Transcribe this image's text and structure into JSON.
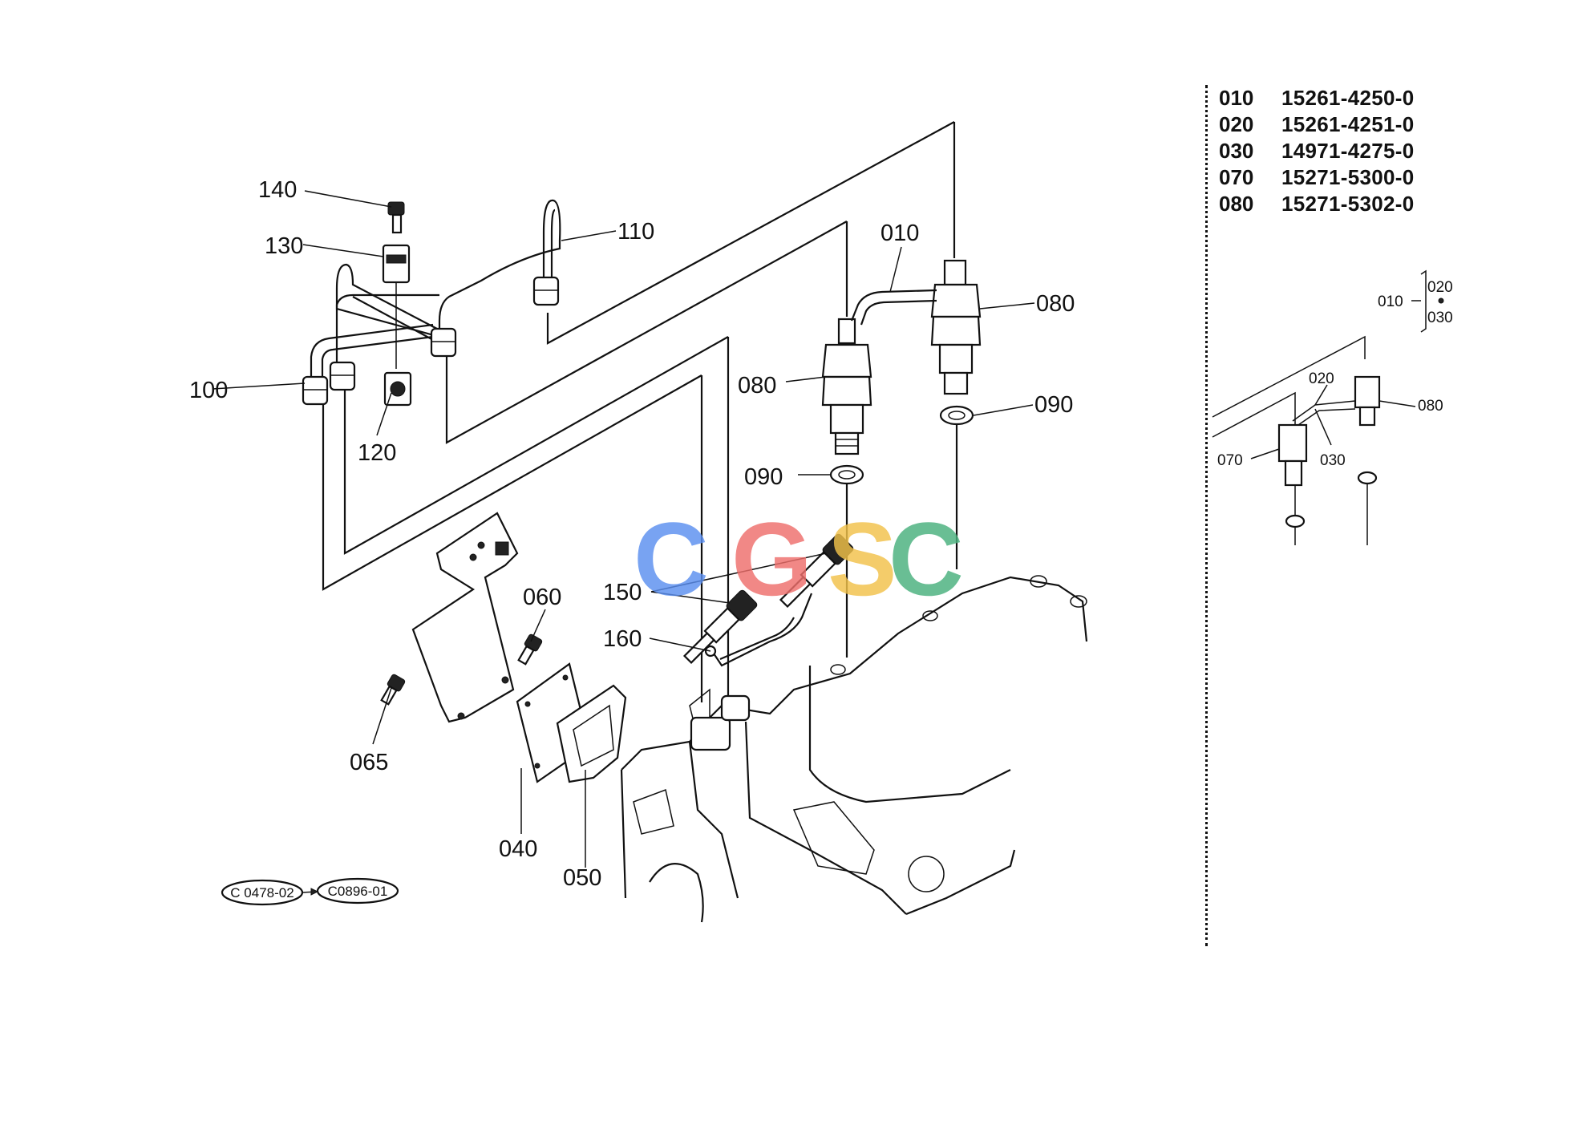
{
  "parts_list": [
    {
      "no": "010",
      "part": "15261-4250-0"
    },
    {
      "no": "020",
      "part": "15261-4251-0"
    },
    {
      "no": "030",
      "part": "14971-4275-0"
    },
    {
      "no": "070",
      "part": "15271-5300-0"
    },
    {
      "no": "080",
      "part": "15271-5302-0"
    }
  ],
  "callouts": {
    "c140": "140",
    "c130": "130",
    "c110": "110",
    "c100": "100",
    "c120": "120",
    "c010": "010",
    "c080a": "080",
    "c080b": "080",
    "c090a": "090",
    "c090b": "090",
    "c150": "150",
    "c160": "160",
    "c060": "060",
    "c065": "065",
    "c040": "040",
    "c050": "050"
  },
  "inset": {
    "c010": "010",
    "c020a": "020",
    "c030a": "030",
    "c020b": "020",
    "c030b": "030",
    "c070": "070",
    "c080": "080"
  },
  "references": [
    "C 0478-02",
    "C0896-01"
  ],
  "watermark": {
    "letters": [
      "C",
      "G",
      "S",
      "C"
    ],
    "colors": [
      "#5b8ff0",
      "#ef6f6c",
      "#f2c24a",
      "#49b07d"
    ]
  }
}
